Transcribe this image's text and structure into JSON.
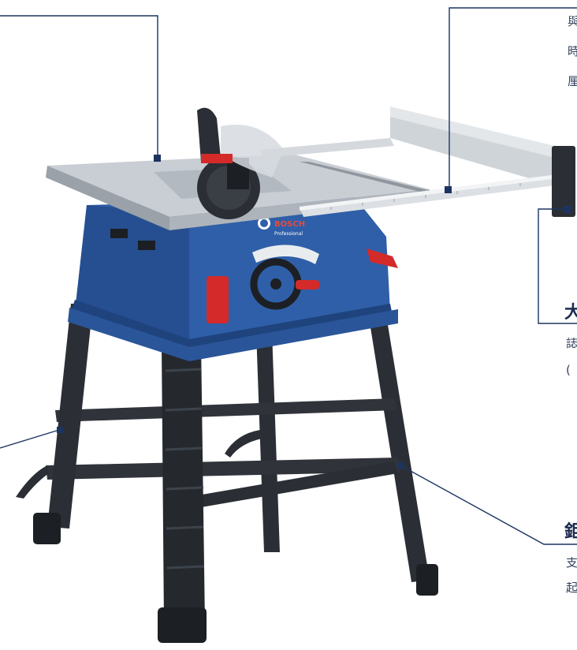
{
  "product": {
    "brand_mark": "BOSCH",
    "model_label": "Professional"
  },
  "callouts": {
    "top_right": {
      "lines": [
        "與",
        "時",
        "厘"
      ]
    },
    "middle_right": {
      "heading": "大",
      "lines": [
        "誌",
        "("
      ]
    },
    "bottom_right": {
      "heading": "鉅",
      "lines": [
        "支",
        "起"
      ]
    }
  },
  "colors": {
    "body_blue": "#2f5fa8",
    "tabletop": "#c9ced4",
    "legs": "#2b2f35",
    "accent_red": "#d42a2a",
    "callout_line": "#1d3461"
  }
}
